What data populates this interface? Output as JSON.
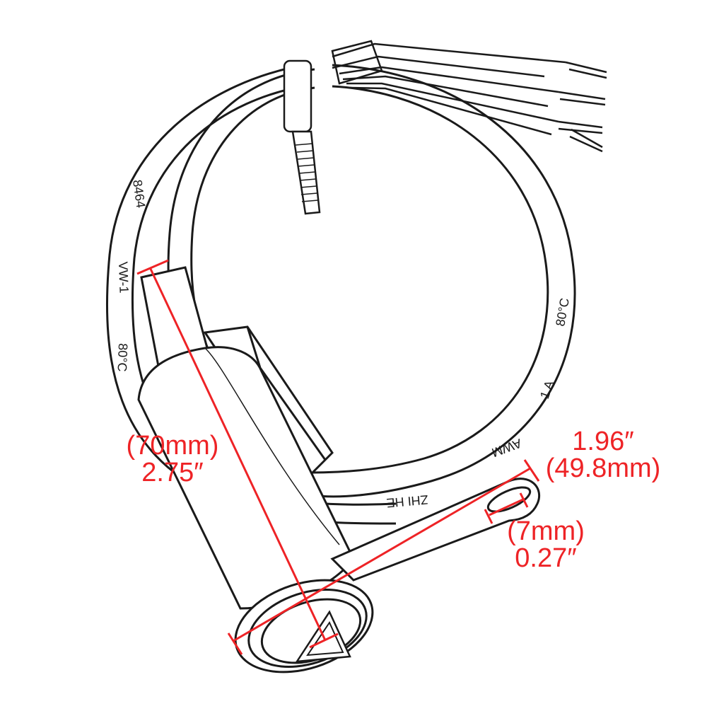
{
  "colors": {
    "annotation": "#ee2326",
    "line_art": "#1a1a1a",
    "background": "#ffffff"
  },
  "cable_print": {
    "segment_1": "8464",
    "segment_2": "VW-1",
    "segment_3": "80°C",
    "segment_4": "ZHI HE",
    "segment_5": "AWM",
    "segment_6": "1 A",
    "segment_7": "80°C"
  },
  "dimensions": {
    "length": {
      "metric": "(70mm)",
      "imperial": "2.75″"
    },
    "mount_width": {
      "imperial": "1.96″",
      "metric": "(49.8mm)"
    },
    "hole": {
      "metric": "(7mm)",
      "imperial": "0.27″"
    }
  }
}
